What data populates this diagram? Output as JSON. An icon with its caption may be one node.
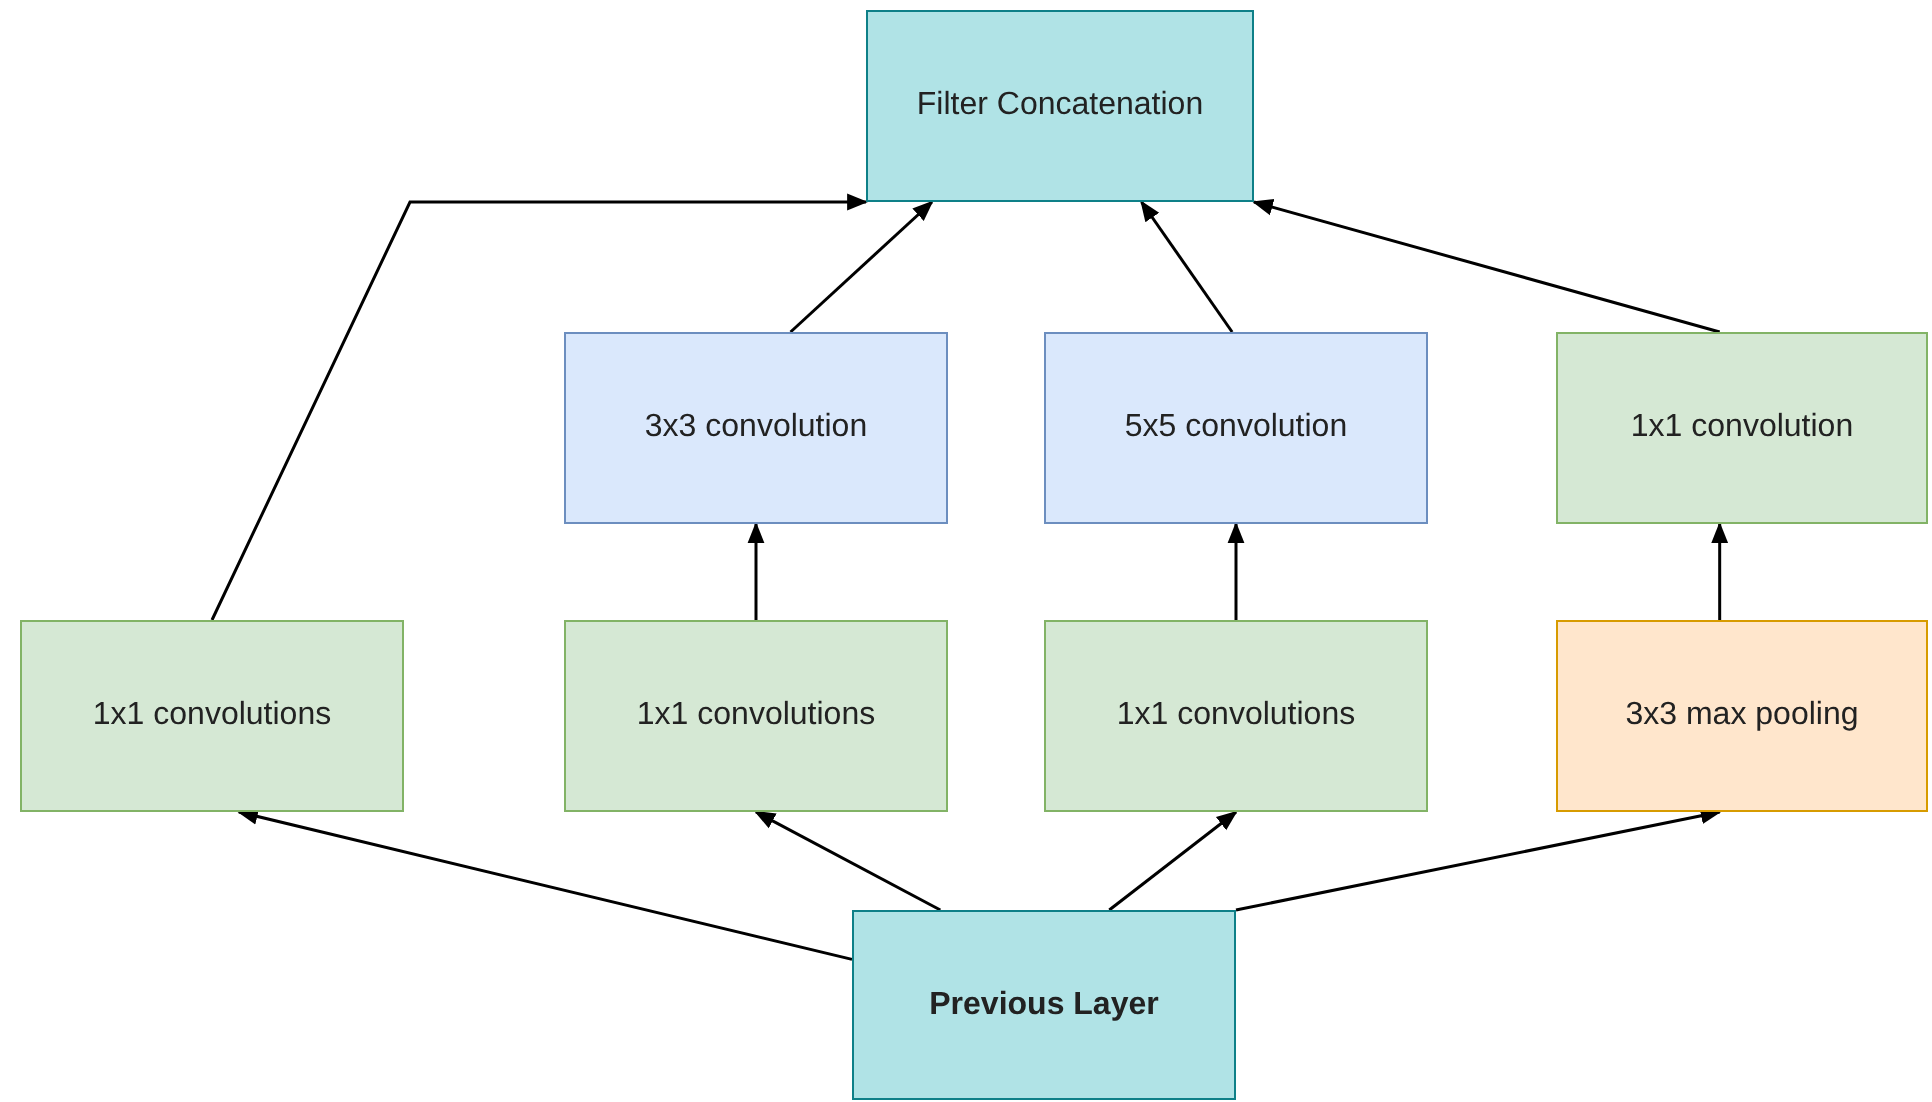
{
  "diagram": {
    "nodes": [
      {
        "text": [
          "Filter Concatenation"
        ]
      },
      {
        "text": [
          "3x3 convolution"
        ]
      },
      {
        "text": [
          "5x5 convolution"
        ]
      },
      {
        "text": [
          "1x1 convolution"
        ]
      },
      {
        "text": [
          "1x1 convolutions"
        ]
      },
      {
        "text": [
          "1x1 convolutions"
        ]
      },
      {
        "text": [
          "1x1 convolutions"
        ]
      },
      {
        "text": [
          "3x3 max pooling"
        ]
      },
      {
        "text": [
          "Previous Layer"
        ]
      }
    ],
    "edges": [
      {
        "from": 8,
        "to": 4,
        "arrow": "to"
      },
      {
        "from": 8,
        "to": 5,
        "arrow": "to"
      },
      {
        "from": 8,
        "to": 6,
        "arrow": "to"
      },
      {
        "from": 8,
        "to": 7,
        "arrow": "to"
      },
      {
        "from": 4,
        "to": 0,
        "arrow": "to"
      },
      {
        "from": 5,
        "to": 1,
        "arrow": "to"
      },
      {
        "from": 6,
        "to": 2,
        "arrow": "to"
      },
      {
        "from": 7,
        "to": 3,
        "arrow": "to"
      },
      {
        "from": 1,
        "to": 0,
        "arrow": "to"
      },
      {
        "from": 2,
        "to": 0,
        "arrow": "to"
      },
      {
        "from": 3,
        "to": 0,
        "arrow": "to"
      }
    ]
  }
}
